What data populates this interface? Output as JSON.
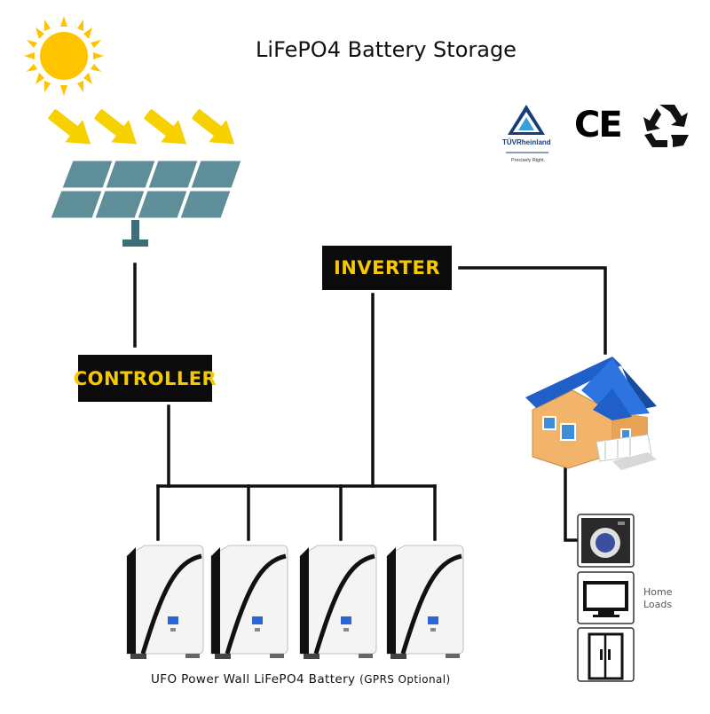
{
  "title": "LiFePO4 Battery Storage",
  "boxes": {
    "controller": "CONTROLLER",
    "inverter": "INVERTER"
  },
  "certifications": {
    "tuv_name": "TÜVRheinland",
    "tuv_slogan": "Precisely Right.",
    "ce": "CE"
  },
  "battery_caption": {
    "main": "UFO Power Wall LiFePO4 Battery",
    "optional": "(GPRS Optional)"
  },
  "home_loads_label": [
    "Home",
    "Loads"
  ],
  "battery_count": 4,
  "colors": {
    "sun": "#ffc400",
    "ray": "#f7d000",
    "panel": "#5e8f98",
    "panel_dark": "#3d6e78",
    "box_text": "#f6c800",
    "roof": "#1f5fc7",
    "house_wall": "#f2b46a"
  }
}
